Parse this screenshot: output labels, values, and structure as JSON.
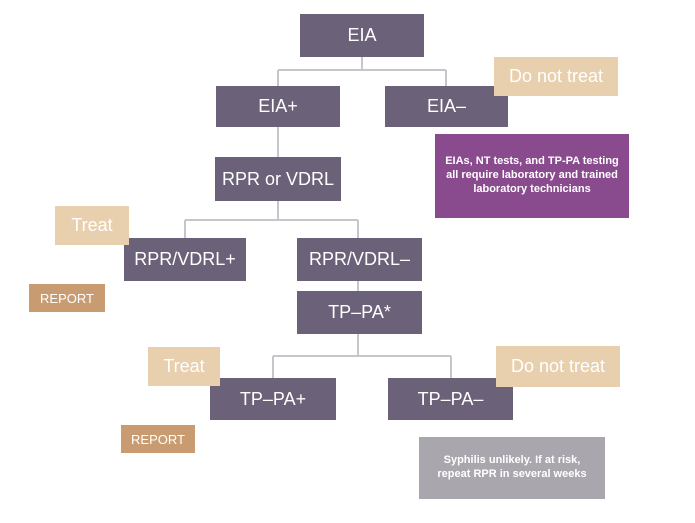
{
  "nodes": {
    "eia": "EIA",
    "eia_pos": "EIA+",
    "eia_neg": "EIA–",
    "rpr_vdrl": "RPR or VDRL",
    "rpr_pos": "RPR/VDRL+",
    "rpr_neg": "RPR/VDRL–",
    "tppa": "TP–PA*",
    "tppa_pos": "TP–PA+",
    "tppa_neg": "TP–PA–"
  },
  "actions": {
    "do_not_treat_1": "Do not treat",
    "treat_1": "Treat",
    "report_1": "REPORT",
    "treat_2": "Treat",
    "report_2": "REPORT",
    "do_not_treat_2": "Do not treat"
  },
  "notes": {
    "lab_note": "EIAs, NT tests, and TP-PA testing all require laboratory and trained laboratory technicians",
    "syphilis_note": "Syphilis unlikely. If at risk, repeat RPR in several weeks"
  },
  "colors": {
    "node": "#6b6178",
    "action": "#e8cfad",
    "report": "#c99b70",
    "lab_note": "#8a4b8e",
    "syphilis_note": "#a9a6ae",
    "connector": "#c8c4cc"
  }
}
